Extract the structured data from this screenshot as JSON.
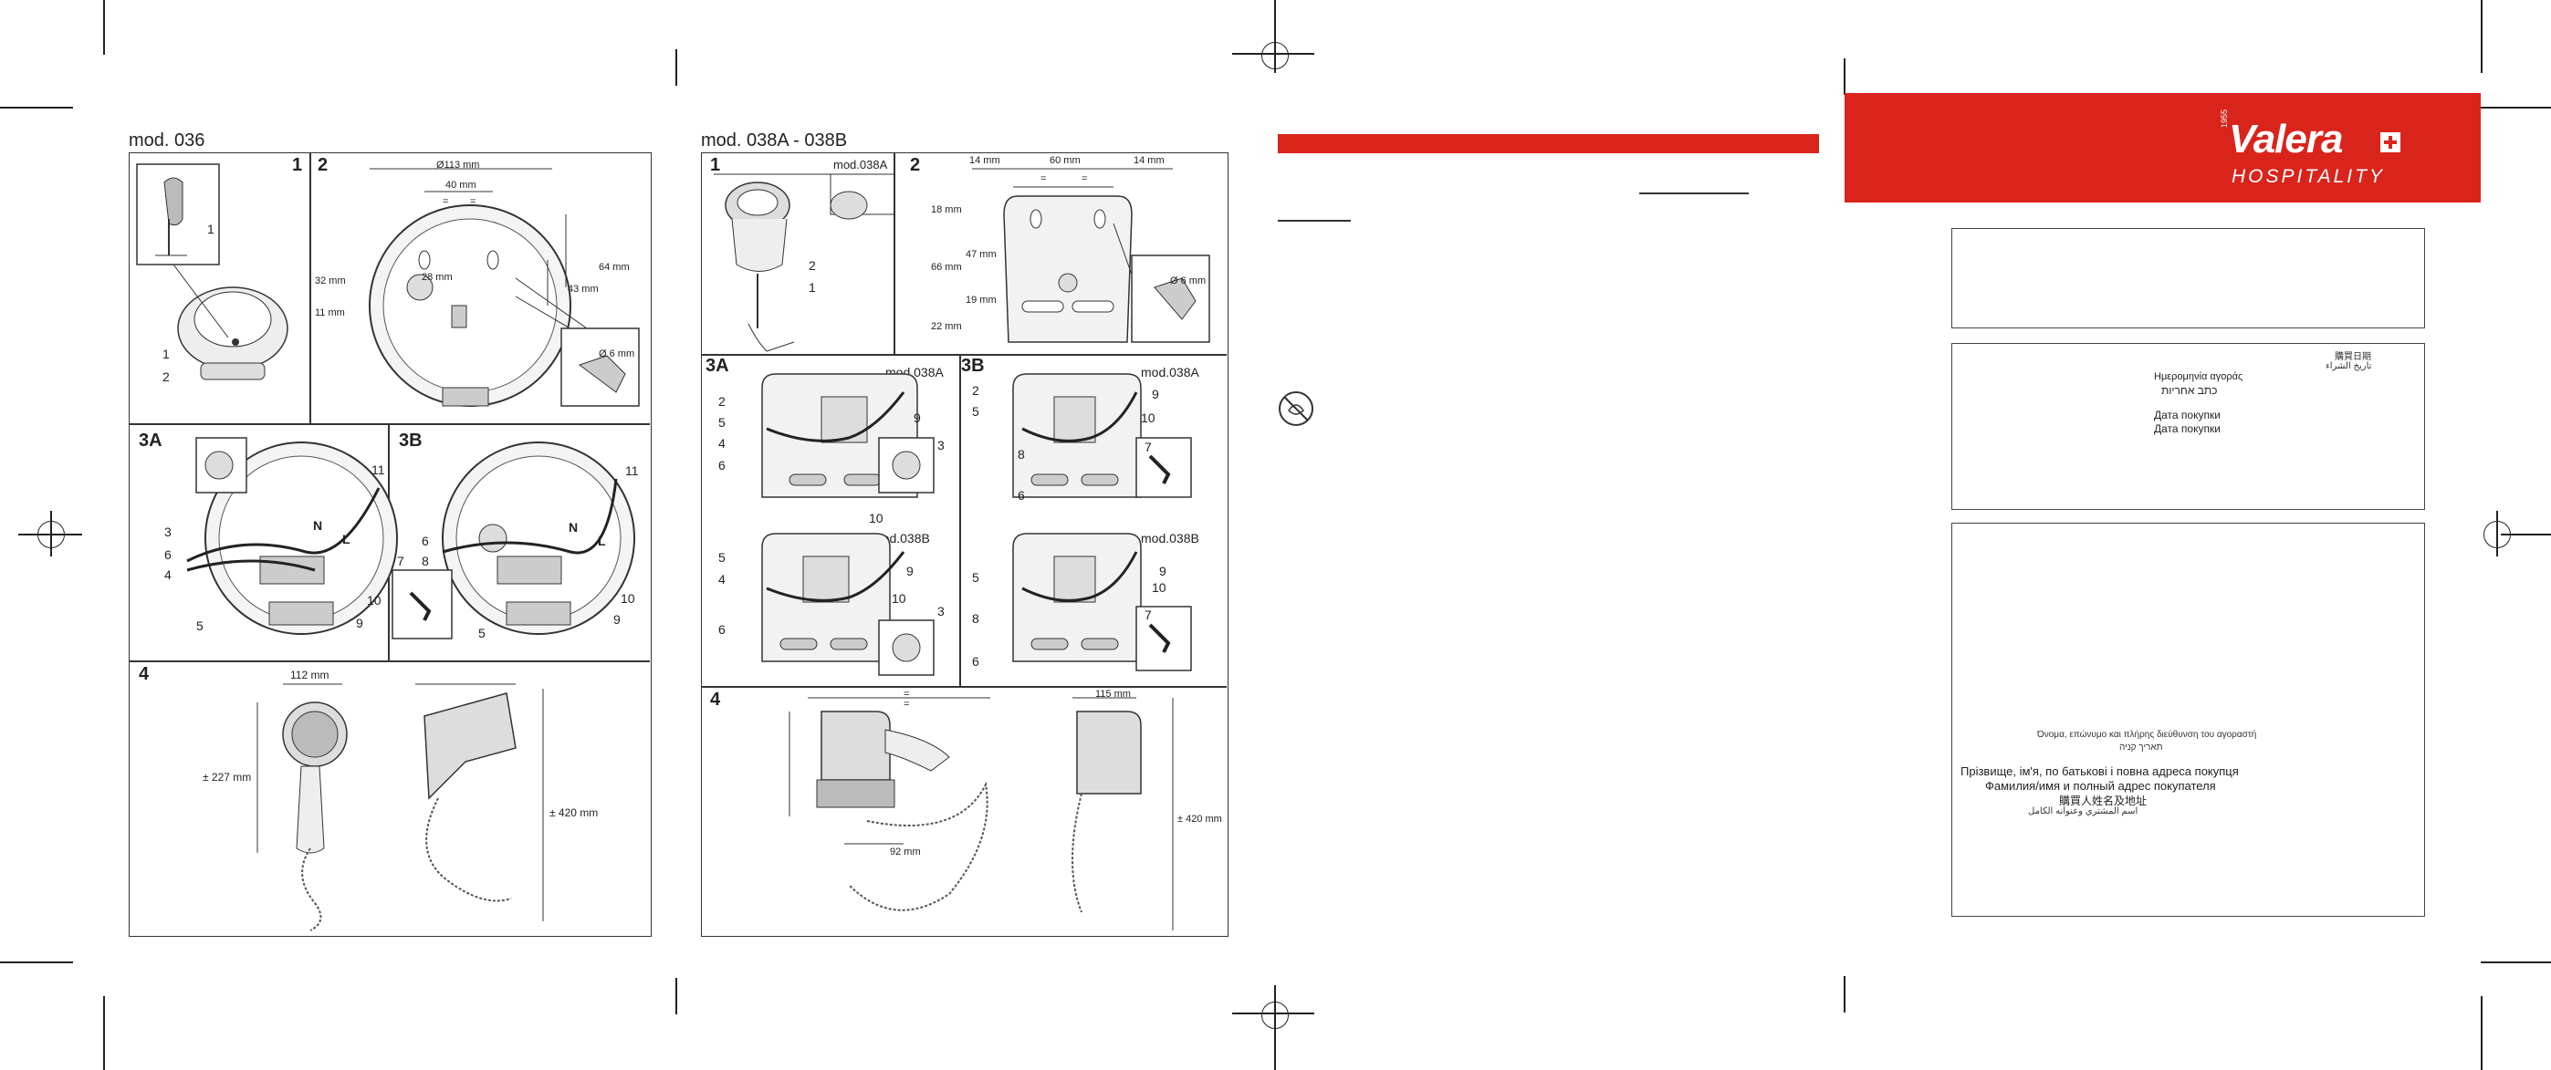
{
  "page_left": {
    "title": "mod. 036",
    "cells": {
      "c1": {
        "num": "1",
        "labels": [
          "1",
          "1",
          "2"
        ]
      },
      "c2": {
        "num": "2",
        "dims": [
          "Ø113 mm",
          "40 mm",
          "=",
          "=",
          "32 mm",
          "11 mm",
          "28 mm",
          "64 mm",
          "43 mm",
          "Ø 6 mm"
        ]
      },
      "c3a": {
        "num": "3A",
        "labels": [
          "3",
          "6",
          "4",
          "5",
          "11",
          "N",
          "L",
          "10",
          "9"
        ]
      },
      "c3b": {
        "num": "3B",
        "labels": [
          "6",
          "8",
          "7",
          "5",
          "11",
          "N",
          "L",
          "10",
          "9"
        ]
      },
      "c4": {
        "num": "4",
        "dims": [
          "112 mm",
          "± 227 mm",
          "± 420 mm"
        ]
      }
    }
  },
  "page_mid": {
    "title": "mod. 038A - 038B",
    "cells": {
      "c1": {
        "num": "1",
        "mod": "mod.038A",
        "labels": [
          "2",
          "1"
        ]
      },
      "c2": {
        "num": "2",
        "dims": [
          "14 mm",
          "60 mm",
          "14 mm",
          "=",
          "=",
          "18 mm",
          "47 mm",
          "66 mm",
          "19 mm",
          "22 mm",
          "Ø 6 mm"
        ]
      },
      "c3a": {
        "num": "3A",
        "mod": "mod.038A",
        "labels": [
          "2",
          "5",
          "4",
          "6",
          "9",
          "3",
          "10"
        ]
      },
      "c3b": {
        "num": "3B",
        "mod": "mod.038A",
        "labels": [
          "2",
          "5",
          "9",
          "10",
          "8",
          "6",
          "7"
        ]
      },
      "c3a2": {
        "mod": "mod.038B",
        "labels": [
          "5",
          "4",
          "6",
          "9",
          "10",
          "3"
        ]
      },
      "c3b2": {
        "mod": "mod.038B",
        "labels": [
          "5",
          "9",
          "10",
          "8",
          "6",
          "7"
        ]
      },
      "c4": {
        "num": "4",
        "dims": [
          "=",
          "=",
          "92 mm",
          "115 mm",
          "± 420 mm"
        ]
      }
    }
  },
  "brand": {
    "year": "1955",
    "name": "Valera",
    "sub": "HOSPITALITY"
  },
  "purchase": {
    "date_lines": [
      "購買日期",
      "تاريخ الشراء",
      "Ημερομηνία αγοράς",
      "כתב אחריות",
      "Дата покупки",
      "Дата покупки"
    ],
    "buyer_lines": [
      "Όνομα, επώνυμο και πλήρης διεύθυνση του αγοραστή",
      "תאריך קניה",
      "Прізвище, ім'я, по батькові і повна адреса покупця",
      "Фамилия/имя и полный адрес покупателя",
      "購買人姓名及地址",
      "اسم المشتري وعنوانه الكامل"
    ]
  },
  "colors": {
    "accent": "#d9241c"
  }
}
